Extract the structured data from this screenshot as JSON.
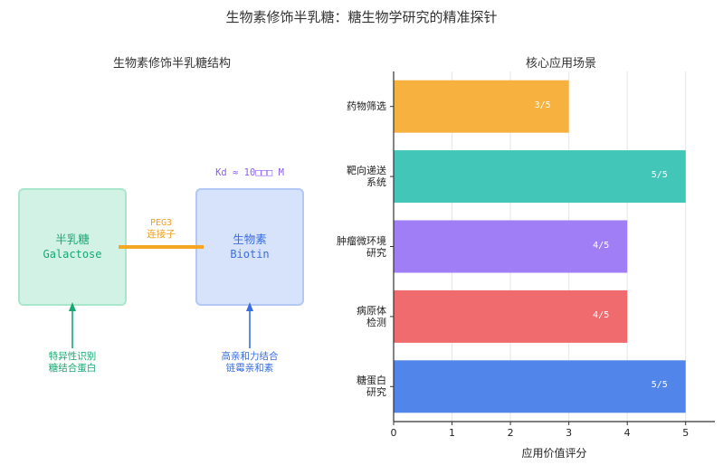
{
  "title": "生物素修饰半乳糖：糖生物学研究的精准探针",
  "structure": {
    "title": "生物素修饰半乳糖结构",
    "galactose": {
      "name_cn": "半乳糖",
      "name_en": "Galactose",
      "annotation_line1": "特异性识别",
      "annotation_line2": "糖结合蛋白"
    },
    "biotin": {
      "name_cn": "生物素",
      "name_en": "Biotin",
      "annotation_line1": "高亲和力结合",
      "annotation_line2": "链霉亲和素"
    },
    "linker": {
      "name_en": "PEG3",
      "name_cn": "连接子"
    },
    "kd_label": "Kd ≈ 10□□□ M",
    "colors": {
      "galactose": "#17a872",
      "biotin": "#3a6ee0",
      "linker": "#f5a623",
      "kd": "#8b5cf6"
    }
  },
  "chart_data": {
    "type": "bar",
    "orientation": "horizontal",
    "title": "核心应用场景",
    "xlabel": "应用价值评分",
    "ylabel": "",
    "xlim": [
      0,
      5.5
    ],
    "xticks": [
      0,
      1,
      2,
      3,
      4,
      5
    ],
    "grid": true,
    "categories": [
      {
        "line1": "药物筛选",
        "line2": ""
      },
      {
        "line1": "靶向递送",
        "line2": "系统"
      },
      {
        "line1": "肿瘤微环境",
        "line2": "研究"
      },
      {
        "line1": "病原体",
        "line2": "检测"
      },
      {
        "line1": "糖蛋白",
        "line2": "研究"
      }
    ],
    "values": [
      3,
      5,
      4,
      4,
      5
    ],
    "value_labels": [
      "3/5",
      "5/5",
      "4/5",
      "4/5",
      "5/5"
    ],
    "colors": [
      "#f7b13e",
      "#42c6b8",
      "#a07ef5",
      "#f06b6d",
      "#5185ea"
    ]
  }
}
